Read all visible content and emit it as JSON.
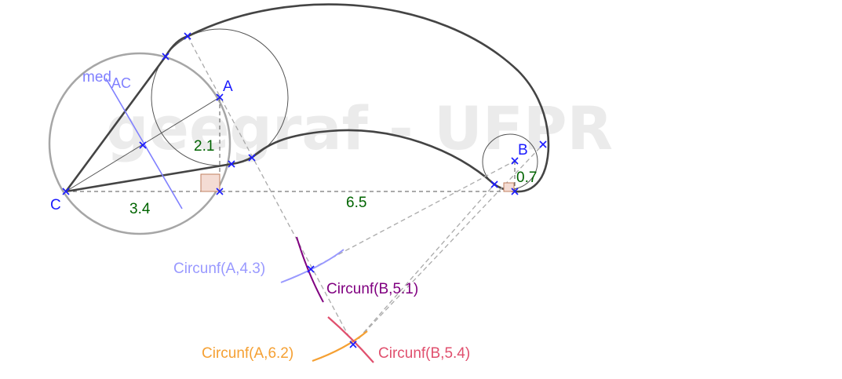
{
  "watermark": "geegraf - UFPR",
  "colors": {
    "point": "#1a1aff",
    "dimension": "#006400",
    "outline": "#444444",
    "construction": "#999999",
    "mediatrix": "#8080ff",
    "arc_a_small": "#9999ff",
    "arc_b_small": "#800080",
    "arc_a_large": "#f5a033",
    "arc_b_large": "#e0506e",
    "right_angle_fill": "#f4dcd4",
    "right_angle_stroke": "#c08060"
  },
  "labels": {
    "point_a": "A",
    "point_b": "B",
    "point_c": "C",
    "med_main": "med",
    "med_sub": "AC"
  },
  "dimensions": {
    "height_a": "2.1",
    "height_b": "0.7",
    "base_c": "3.4",
    "base_b": "6.5"
  },
  "arc_labels": {
    "circ_a_small": "Circunf(A,4.3)",
    "circ_b_small": "Circunf(B,5.1)",
    "circ_a_large": "Circunf(A,6.2)",
    "circ_b_large": "Circunf(B,5.4)"
  }
}
